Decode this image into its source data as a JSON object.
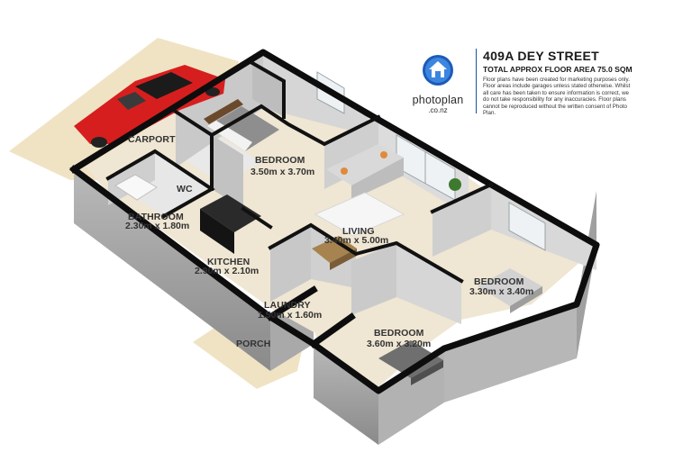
{
  "property": {
    "address": "409A DEY STREET",
    "floor_area": "TOTAL APPROX FLOOR AREA 75.0 SQM",
    "disclaimer": "Floor plans have been created for marketing purposes only. Floor areas include garages unless stated otherwise. Whilst all care has been taken to ensure information is correct, we do not take responsibility for any inaccuracies. Floor plans cannot be reproduced without the written consent of Photo Plan."
  },
  "brand": {
    "name": "photoplan",
    "domain": ".co.nz",
    "icon": "house-icon",
    "color": "#1e5bb8"
  },
  "rooms": {
    "carport": {
      "label": "CARPORT"
    },
    "bedroom1": {
      "label": "BEDROOM",
      "dims": "3.50m x 3.70m"
    },
    "wc": {
      "label": "WC"
    },
    "bathroom": {
      "label": "BATHROOM",
      "dims": "2.30m x 1.80m"
    },
    "living": {
      "label": "LIVING",
      "dims": "3.40m x 5.00m"
    },
    "kitchen": {
      "label": "KITCHEN",
      "dims": "2.90m x 2.10m"
    },
    "laundry": {
      "label": "LAUNDRY",
      "dims": "1.50m x 1.60m"
    },
    "bedroom2": {
      "label": "BEDROOM",
      "dims": "3.30m x 3.40m"
    },
    "bedroom3": {
      "label": "BEDROOM",
      "dims": "3.60m x 3.20m"
    },
    "porch": {
      "label": "PORCH"
    }
  },
  "colors": {
    "wall_top": "#0d0d0d",
    "wall_face": "#8f8f8f",
    "floor": "#efe6d3",
    "outdoor": "#efe2c4",
    "car": "#d71e1e"
  }
}
